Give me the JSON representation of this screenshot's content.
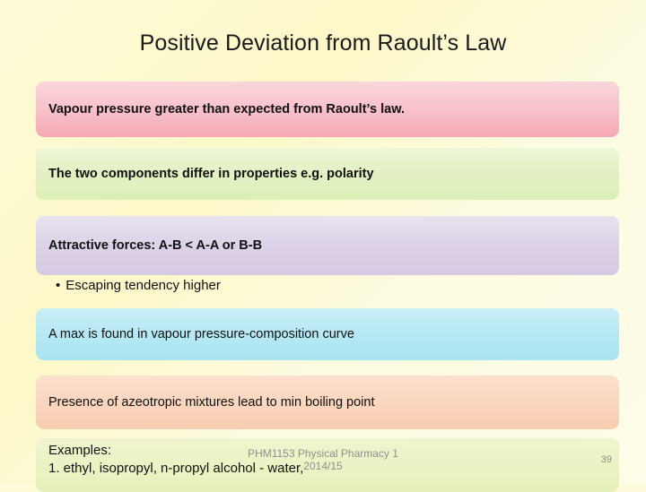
{
  "slide": {
    "title": "Positive Deviation from Raoult’s Law",
    "bands": [
      {
        "text": "Vapour pressure greater than expected from Raoult’s law.",
        "bold": true,
        "color": "#f5a9b6"
      },
      {
        "text": "The two components differ in properties e.g. polarity",
        "bold": true,
        "color": "#dcefb7"
      },
      {
        "text": "Attractive forces: A-B < A-A or B-B",
        "bold": true,
        "color": "#d6c9e3"
      },
      {
        "text": "A max is found in vapour pressure-composition curve",
        "bold": false,
        "color": "#a9e4f2"
      },
      {
        "text": "Presence of azeotropic mixtures lead to min boiling point",
        "bold": false,
        "color": "#f8cdb0"
      }
    ],
    "bullet": {
      "marker": "•",
      "text": "Escaping tendency higher"
    },
    "examples": {
      "heading": "Examples:",
      "line1": "1. ethyl, isopropyl, n-propyl alcohol - water,"
    },
    "footer": {
      "line1": "PHM1153 Physical Pharmacy 1",
      "line2": "2014/15",
      "page_number": "39"
    }
  }
}
